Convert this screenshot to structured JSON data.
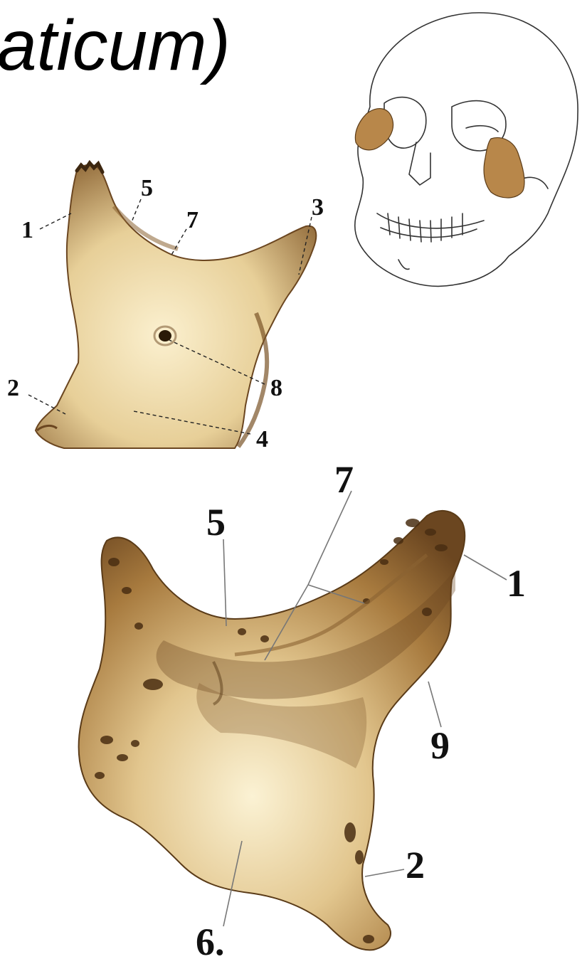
{
  "heading": "aticum)",
  "colors": {
    "bone_light": "#f4e4b8",
    "bone_mid": "#d4b27a",
    "bone_dark": "#7a5428",
    "skull_highlight": "#b8874a",
    "line": "#222222"
  },
  "icons": [
    "skull-illustration",
    "bone-lateral-view",
    "bone-medial-view"
  ],
  "upper_figure": {
    "labels": [
      "1",
      "5",
      "7",
      "3",
      "2",
      "8",
      "4"
    ]
  },
  "lower_figure": {
    "labels": [
      "5",
      "7",
      "1",
      "9",
      "2",
      "6."
    ]
  }
}
